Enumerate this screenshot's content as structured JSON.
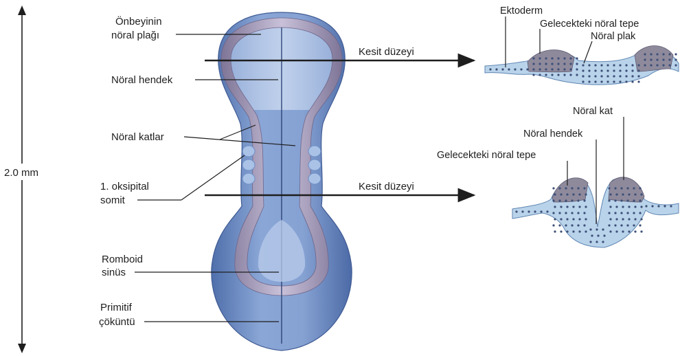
{
  "scale": {
    "label": "2.0 mm"
  },
  "embryo_labels": {
    "forebrain_plate_line1": "Önbeyinin",
    "forebrain_plate_line2": "nöral plağı",
    "neural_groove": "Nöral hendek",
    "neural_folds": "Nöral katlar",
    "occipital_somite_line1": "1. oksipital",
    "occipital_somite_line2": "somit",
    "rhomboid_sinus_line1": "Romboid",
    "rhomboid_sinus_line2": "sinüs",
    "primitive_pit_line1": "Primitif",
    "primitive_pit_line2": "çöküntü"
  },
  "section_levels": {
    "upper": "Kesit düzeyi",
    "lower": "Kesit düzeyi"
  },
  "upper_section": {
    "ectoderm": "Ektoderm",
    "future_neural_crest": "Gelecekteki nöral tepe",
    "neural_plate": "Nöral plak"
  },
  "lower_section": {
    "neural_fold": "Nöral kat",
    "neural_groove": "Nöral hendek",
    "future_neural_crest": "Gelecekteki nöral tepe"
  },
  "colors": {
    "embryo_body": "#6f8fc7",
    "neural_fold": "#a89fbf",
    "ectoderm_cells": "#b9d3ea",
    "crest_cells": "#8e8a9c"
  }
}
